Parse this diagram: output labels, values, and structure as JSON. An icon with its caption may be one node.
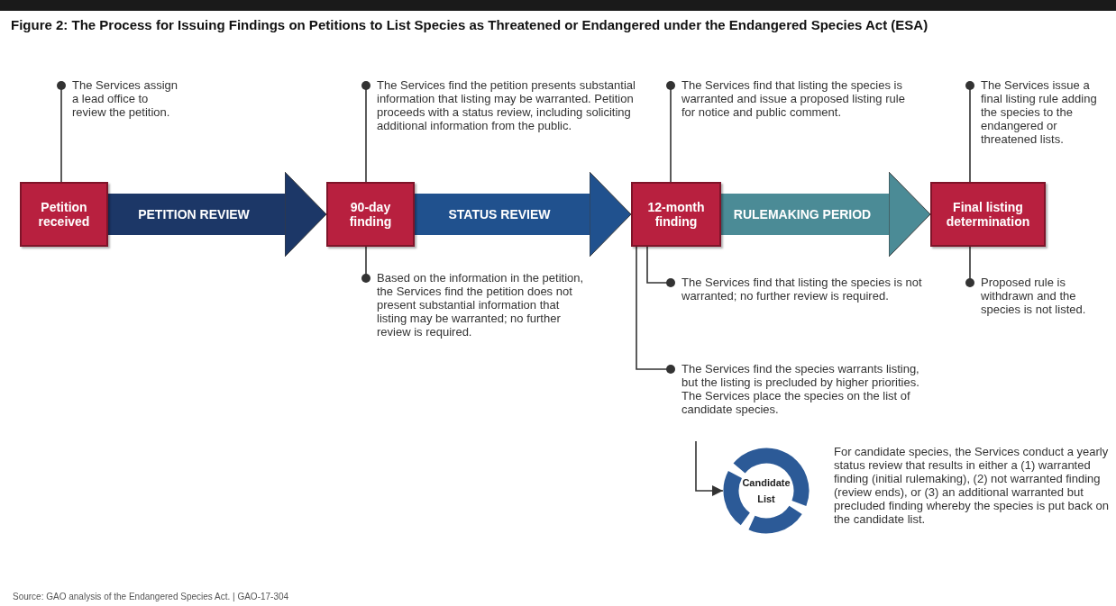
{
  "diagram": {
    "title": "Figure 2: The Process for Issuing Findings on Petitions to List Species as Threatened or Endangered under the Endangered Species Act (ESA)",
    "nodes": [
      {
        "text": [
          "Petition received"
        ]
      },
      {
        "text": [
          "90-day finding"
        ]
      },
      {
        "text": [
          "12-month finding"
        ]
      },
      {
        "text": [
          "Final listing determination"
        ]
      },
      {
        "text": [
          "The Services assign a lead office to review the petition."
        ]
      },
      {
        "text": [
          "The Services find the petition presents substantial information that listing may be warranted. Petition proceeds with a status review, including soliciting additional information from the public."
        ]
      },
      {
        "text": [
          "Based on the information in the petition, the Services find the petition does not present substantial information that listing may be warranted; no further review is required."
        ]
      },
      {
        "text": [
          "The Services find that listing the species is warranted and issue a proposed listing rule for notice and public comment."
        ]
      },
      {
        "text": [
          "The Services find that listing the species is not warranted; no further review is required."
        ]
      },
      {
        "text": [
          "The Services find the species warrants listing, but the listing is precluded by higher priorities. The Services place the species on the list of candidate species."
        ]
      },
      {
        "text": [
          "Candidate List"
        ],
        "beside": [
          "For candidate species, the Services conduct a yearly status review that results in either a (1) warranted finding (initial rulemaking), (2) not warranted finding (review ends), or (3) an additional warranted but precluded finding whereby the species is put back on the candidate list."
        ]
      },
      {
        "text": [
          "The Services issue a final listing rule adding the species to the endangered or threatened lists."
        ]
      },
      {
        "text": [
          "Proposed rule is withdrawn and the species is not listed."
        ]
      }
    ],
    "edges": [
      {
        "from": 0,
        "to": 1,
        "arrow": "to",
        "label": "PETITION REVIEW",
        "style": "thick",
        "color": "#1c3767"
      },
      {
        "from": 1,
        "to": 2,
        "arrow": "to",
        "label": "STATUS REVIEW",
        "style": "thick",
        "color": "#20518e"
      },
      {
        "from": 2,
        "to": 3,
        "arrow": "to",
        "label": "RULEMAKING PERIOD",
        "style": "thick",
        "color": "#4b8b96"
      },
      {
        "from": 4,
        "to": 0,
        "arrow": "other"
      },
      {
        "from": 5,
        "to": 1,
        "arrow": "other"
      },
      {
        "from": 6,
        "to": 1,
        "arrow": "other"
      },
      {
        "from": 7,
        "to": 2,
        "arrow": "other"
      },
      {
        "from": 8,
        "to": 2,
        "arrow": "other"
      },
      {
        "from": 9,
        "to": 2,
        "arrow": "other"
      },
      {
        "from": 9,
        "to": 10,
        "arrow": "to"
      },
      {
        "from": 11,
        "to": 3,
        "arrow": "other"
      },
      {
        "from": 12,
        "to": 3,
        "arrow": "other"
      }
    ],
    "caption": "Source: GAO analysis of the Endangered Species Act. | GAO-17-304"
  }
}
